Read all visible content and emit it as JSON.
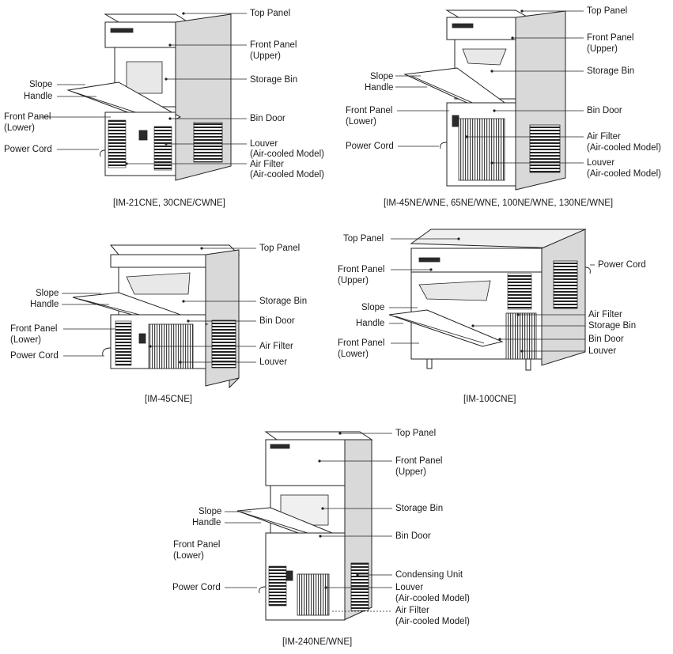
{
  "figures": [
    {
      "caption": "[IM-21CNE, 30CNE/CWNE]",
      "labels": {
        "top_panel": "Top Panel",
        "front_panel_upper_1": "Front Panel",
        "front_panel_upper_2": "(Upper)",
        "storage_bin": "Storage Bin",
        "slope": "Slope",
        "handle": "Handle",
        "bin_door": "Bin Door",
        "front_panel_lower_1": "Front Panel",
        "front_panel_lower_2": "(Lower)",
        "power_cord": "Power Cord",
        "louver_1": "Louver",
        "louver_2": "(Air-cooled Model)",
        "air_filter_1": "Air Filter",
        "air_filter_2": "(Air-cooled Model)"
      }
    },
    {
      "caption": "[IM-45NE/WNE, 65NE/WNE, 100NE/WNE, 130NE/WNE]",
      "labels": {
        "top_panel": "Top Panel",
        "front_panel_upper_1": "Front Panel",
        "front_panel_upper_2": "(Upper)",
        "storage_bin": "Storage Bin",
        "slope": "Slope",
        "handle": "Handle",
        "front_panel_lower_1": "Front Panel",
        "front_panel_lower_2": "(Lower)",
        "bin_door": "Bin Door",
        "power_cord": "Power Cord",
        "air_filter_1": "Air Filter",
        "air_filter_2": "(Air-cooled Model)",
        "louver_1": "Louver",
        "louver_2": "(Air-cooled Model)"
      }
    },
    {
      "caption": "[IM-45CNE]",
      "labels": {
        "top_panel": "Top Panel",
        "slope": "Slope",
        "handle": "Handle",
        "storage_bin": "Storage Bin",
        "bin_door": "Bin Door",
        "front_panel_lower_1": "Front Panel",
        "front_panel_lower_2": "(Lower)",
        "air_filter": "Air Filter",
        "power_cord": "Power Cord",
        "louver": "Louver"
      }
    },
    {
      "caption": "[IM-100CNE]",
      "labels": {
        "top_panel": "Top Panel",
        "power_cord": "Power Cord",
        "front_panel_upper_1": "Front Panel",
        "front_panel_upper_2": "(Upper)",
        "slope": "Slope",
        "handle": "Handle",
        "air_filter": "Air Filter",
        "storage_bin": "Storage Bin",
        "front_panel_lower_1": "Front Panel",
        "front_panel_lower_2": "(Lower)",
        "bin_door": "Bin Door",
        "louver": "Louver"
      }
    },
    {
      "caption": "[IM-240NE/WNE]",
      "labels": {
        "top_panel": "Top Panel",
        "front_panel_upper_1": "Front Panel",
        "front_panel_upper_2": "(Upper)",
        "storage_bin": "Storage Bin",
        "slope": "Slope",
        "handle": "Handle",
        "bin_door": "Bin Door",
        "front_panel_lower_1": "Front Panel",
        "front_panel_lower_2": "(Lower)",
        "condensing_unit": "Condensing Unit",
        "power_cord": "Power Cord",
        "louver_1": "Louver",
        "louver_2": "(Air-cooled Model)",
        "air_filter_1": "Air Filter",
        "air_filter_2": "(Air-cooled Model)"
      }
    }
  ]
}
